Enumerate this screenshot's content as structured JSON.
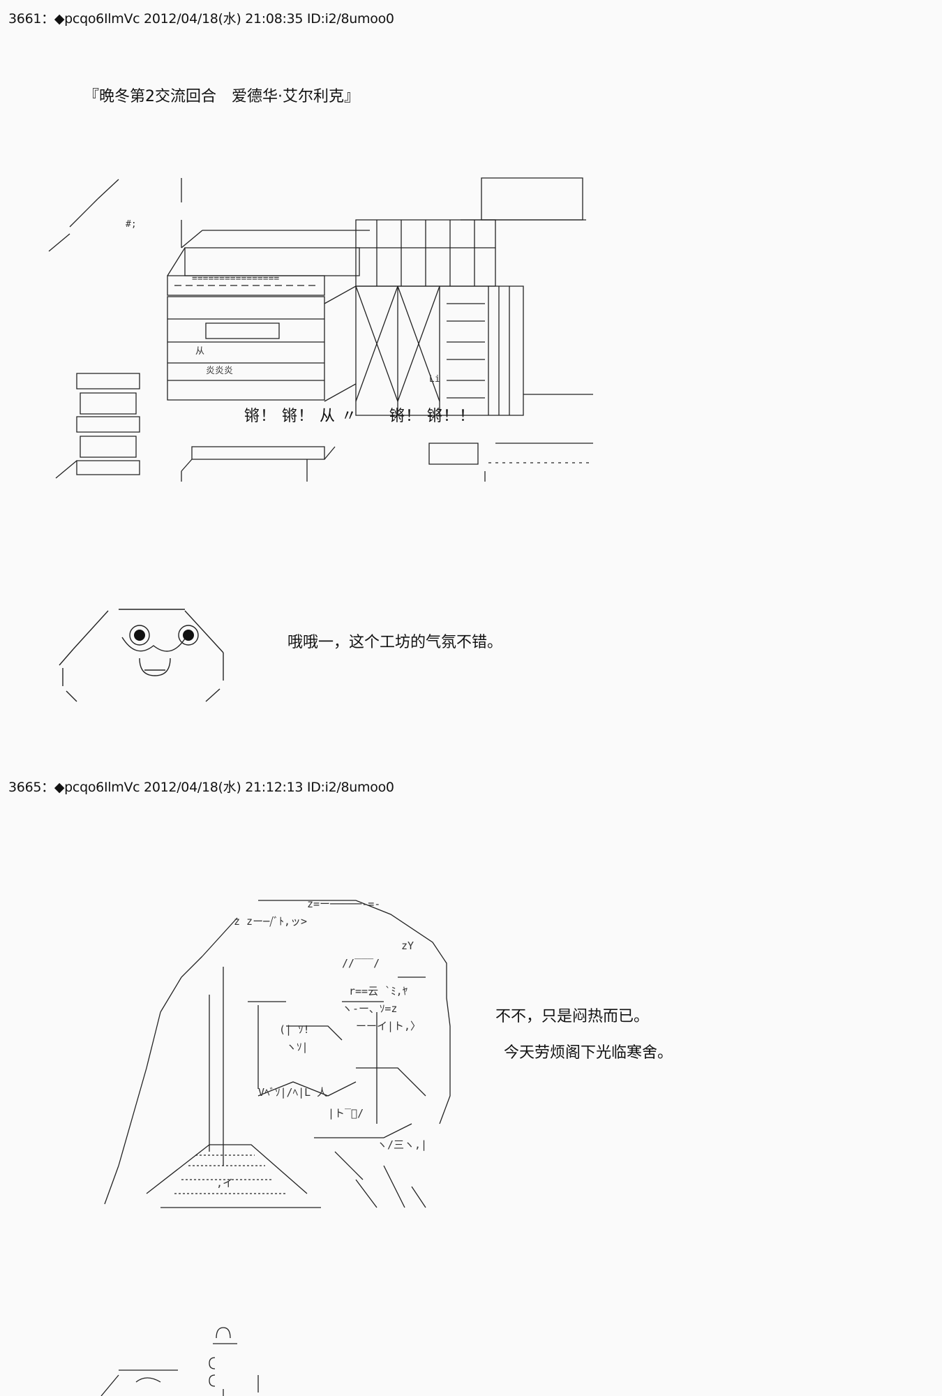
{
  "posts": [
    {
      "number": "3661",
      "separator": "：",
      "author": "◆pcqo6IlmVc",
      "datetime": "2012/04/18(水) 21:08:35",
      "id": "ID:i2/8umoo0",
      "title": "『晩冬第2交流回合　爱德华·艾尔利克』",
      "sfx": "锵！ 锵！ 从 〃　　锵！ 锵！！",
      "dialogue": "哦哦一，这个工坊的气氛不错。"
    },
    {
      "number": "3665",
      "separator": "：",
      "author": "◆pcqo6IlmVc",
      "datetime": "2012/04/18(水) 21:12:13",
      "id": "ID:i2/8umoo0",
      "dialogue_1": "不不，只是闷热而已。",
      "dialogue_2": "今天劳烦阁下光临寒舍。"
    }
  ]
}
